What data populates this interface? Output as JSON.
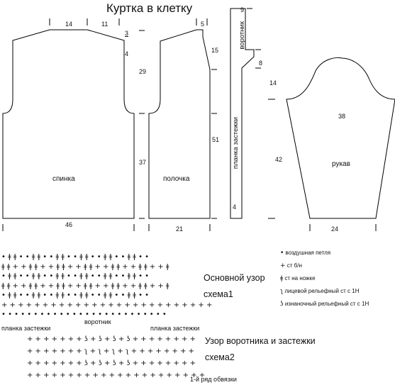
{
  "title": "Куртка в клетку",
  "pieces": {
    "back": {
      "label": "спинка",
      "dims": {
        "top_left": "14",
        "top_right": "11",
        "shoulder_drop": "3",
        "neck_depth": "4",
        "armhole": "29",
        "side": "37",
        "width": "46"
      }
    },
    "front": {
      "label": "полочка",
      "dims": {
        "neck_width": "5",
        "neck_depth": "15",
        "side": "51",
        "width": "21"
      }
    },
    "collar": {
      "label_collar": "воротник",
      "label_band": "планка застежки",
      "dims": {
        "width": "9",
        "depth": "8",
        "step": "14",
        "band": "4"
      }
    },
    "sleeve": {
      "label": "рукав",
      "dims": {
        "top": "38",
        "length": "42",
        "cuff": "24"
      }
    }
  },
  "legend": {
    "items": [
      {
        "symbol": "•",
        "text": "воздушная петля"
      },
      {
        "symbol": "+",
        "text": "ст б/н"
      },
      {
        "symbol": "ǂ",
        "text": "ст на ножке"
      },
      {
        "symbol": "ʅ",
        "text": "лицевой рельефный ст с 1Н"
      },
      {
        "symbol": "ʖ",
        "text": "изнаночный рельефный ст с 1Н"
      }
    ]
  },
  "scheme1": {
    "heading": "Основной узор",
    "subheading": "схема1"
  },
  "scheme2": {
    "heading": "Узор воротника и застежки",
    "subheading": "схема2",
    "label_left": "планка застежки",
    "label_mid": "воротник",
    "label_right": "планка застежки",
    "footnote": "1-й ряд обвязки"
  }
}
